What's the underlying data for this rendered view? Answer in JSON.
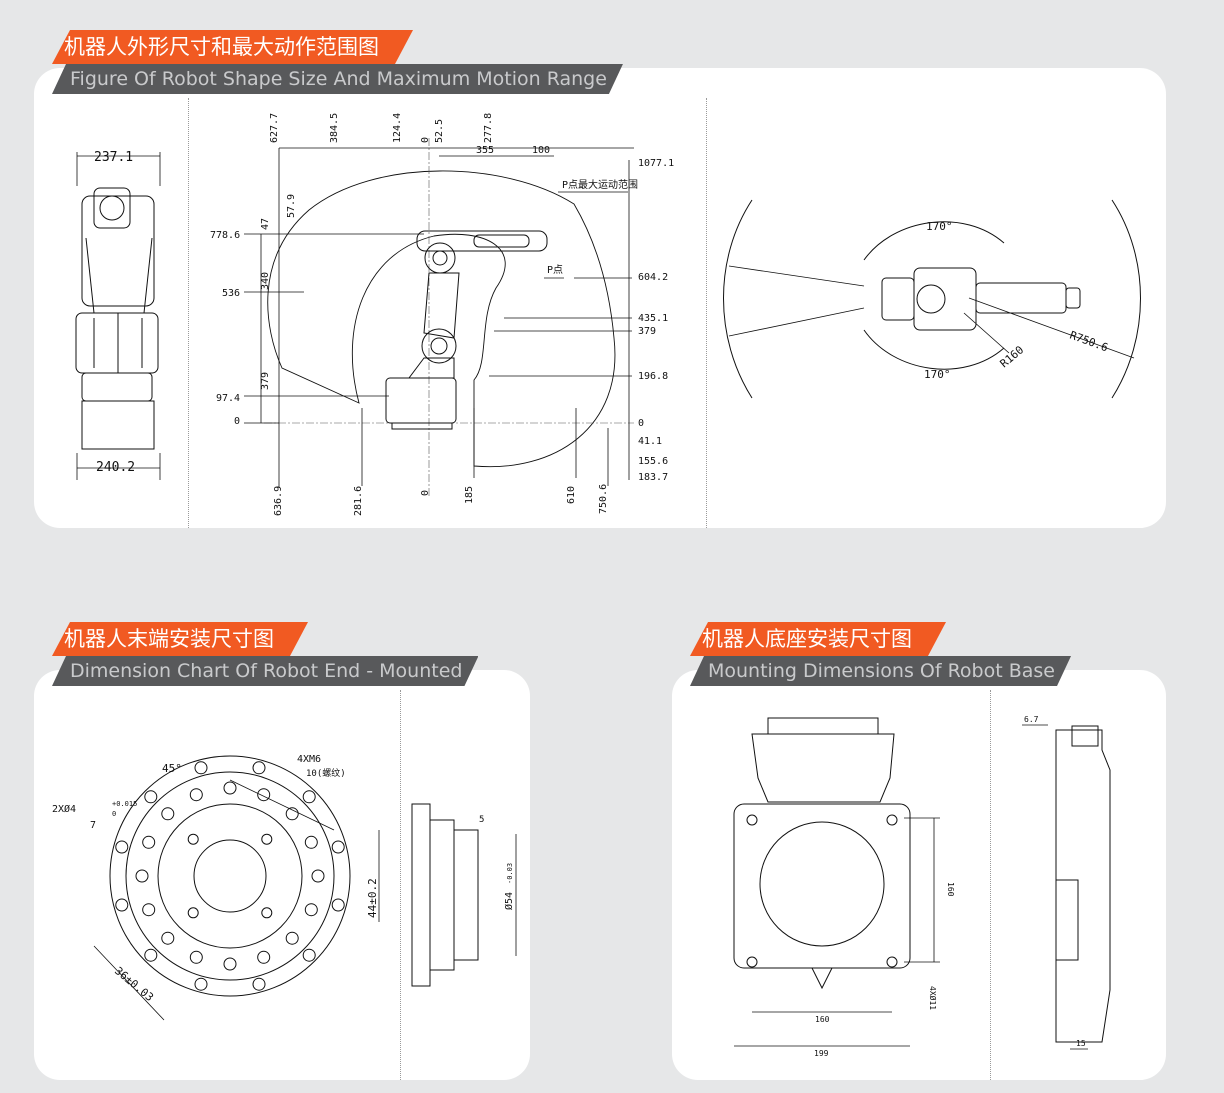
{
  "sections": {
    "shape": {
      "title_cn": "机器人外形尺寸和最大动作范围图",
      "title_en": "Figure Of Robot Shape Size And Maximum Motion Range"
    },
    "end": {
      "title_cn": "机器人末端安装尺寸图",
      "title_en": "Dimension Chart Of Robot End - Mounted"
    },
    "base": {
      "title_cn": "机器人底座安装尺寸图",
      "title_en": "Mounting Dimensions Of Robot Base"
    }
  },
  "front_view": {
    "top_width": "237.1",
    "bottom_width": "240.2"
  },
  "side_view": {
    "top_dims": [
      "627.7",
      "384.5",
      "124.4",
      "0",
      "52.5",
      "277.8"
    ],
    "dim_355": "355",
    "dim_100": "100",
    "reach_label": "P点最大运动范围",
    "p_point_label": "P点",
    "right_dims": [
      "1077.1",
      "604.2",
      "435.1",
      "379",
      "196.8",
      "0",
      "41.1",
      "155.6",
      "183.7"
    ],
    "left_dims": [
      "778.6",
      "536",
      "97.4",
      "0"
    ],
    "vertical_dims": [
      "47",
      "57.9",
      "340",
      "379"
    ],
    "bottom_dims": [
      "636.9",
      "281.6",
      "0",
      "185",
      "610",
      "750.6"
    ]
  },
  "top_view": {
    "angle_top": "170°",
    "angle_bottom": "170°",
    "radius_outer": "R750.6",
    "radius_inner": "R160"
  },
  "end_flange": {
    "angle": "45°",
    "thread": "4XM6",
    "thread_depth": "10(螺纹)",
    "pin_hole": "2XØ4",
    "pin_tol_upper": "+0.015",
    "pin_tol_lower": "0",
    "pin_depth": "7",
    "dim_44": "44±0.2",
    "dim_36": "36±0.03",
    "side_dim": "5",
    "dia_54": "Ø54",
    "dia_54_tol": "-0.03"
  },
  "base_mount": {
    "dim_160v": "160",
    "dim_160h": "160",
    "dim_199": "199",
    "hole": "4XØ11",
    "dim_6_7": "6.7",
    "dim_15": "15"
  }
}
